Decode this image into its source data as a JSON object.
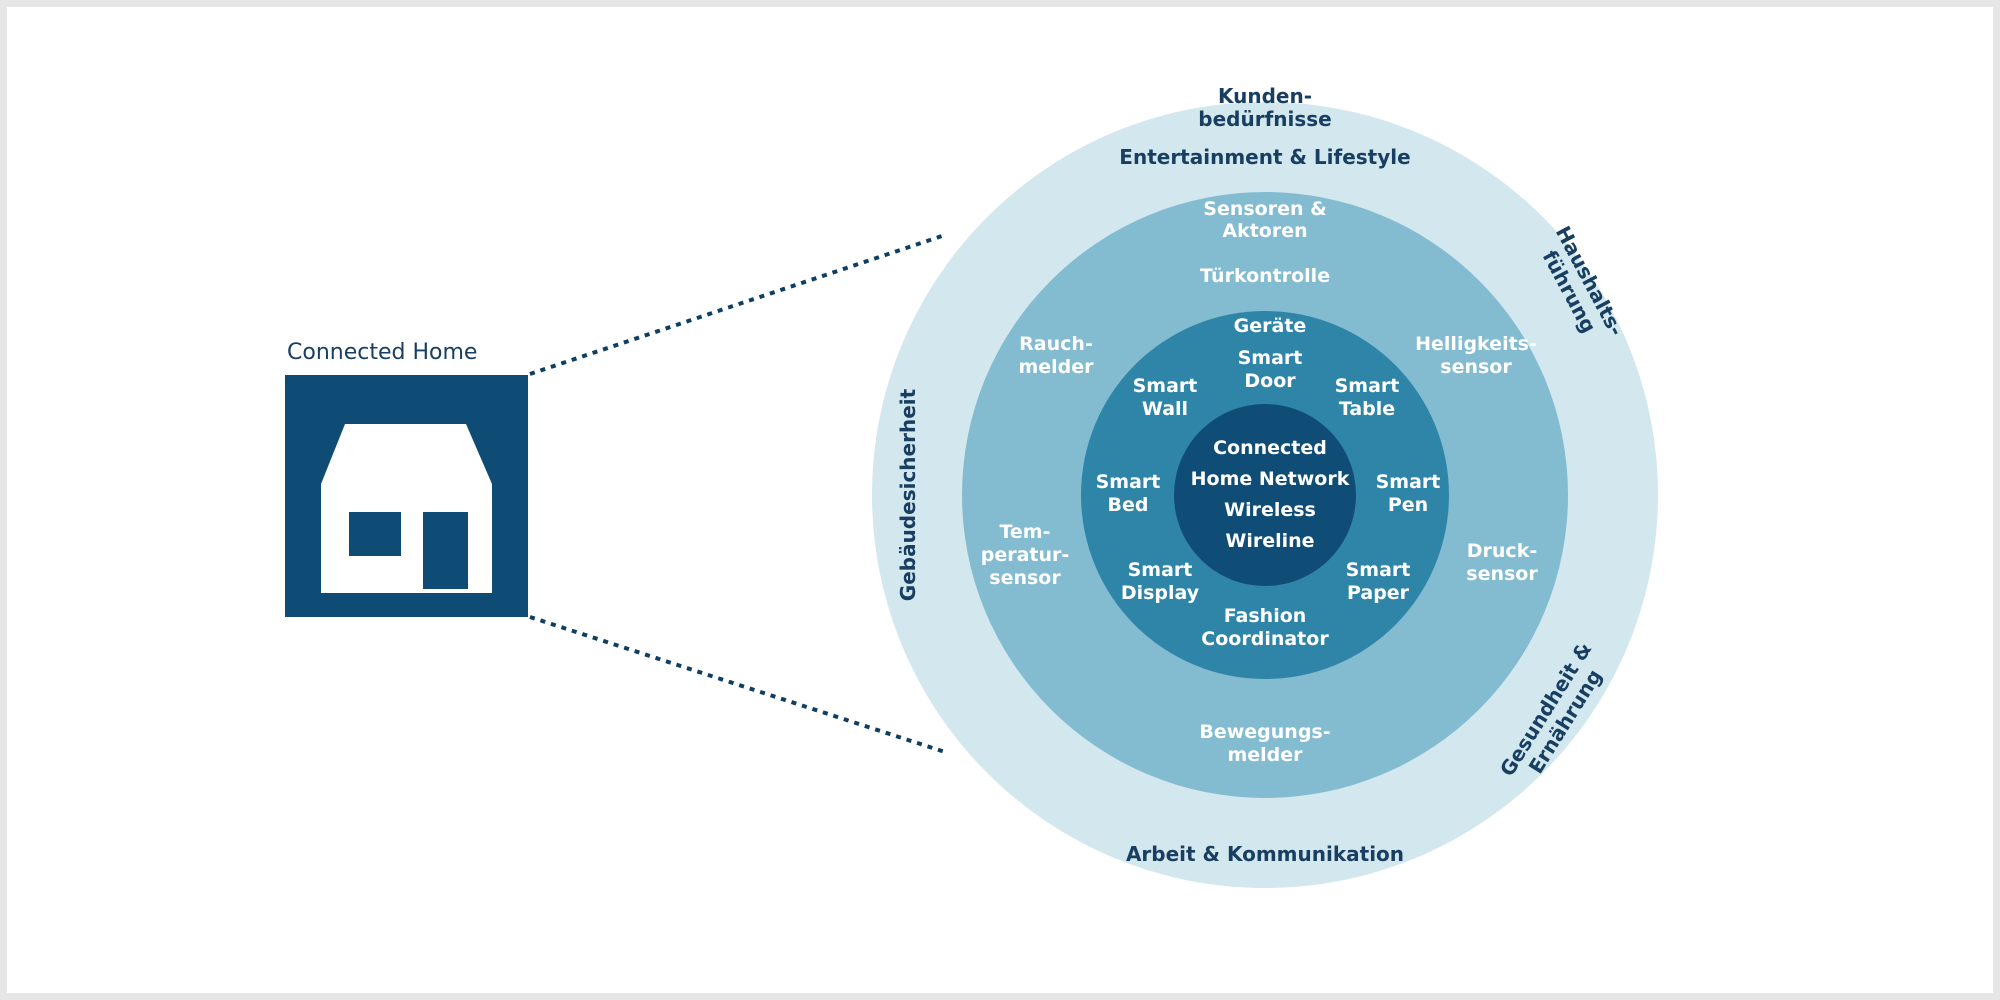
{
  "colors": {
    "dark_blue": "#0e4b75",
    "ring_outer": "#d3e7ef",
    "ring_second": "#83bbd1",
    "ring_third": "#2f85a8",
    "core": "#104d76",
    "dark_text": "#183f62",
    "light_text": "#ffffff"
  },
  "connected_home": {
    "title": "Connected Home",
    "icon": "house-icon"
  },
  "outer_ring": {
    "kundenbeduerfnisse_line1": "Kunden-",
    "kundenbeduerfnisse_line2": "bedürfnisse",
    "entertainment": "Entertainment & Lifestyle",
    "haushaltsfuehrung_line1": "Haushalts-",
    "haushaltsfuehrung_line2": "führung",
    "gesundheit_line1": "Gesundheit &",
    "gesundheit_line2": "Ernährung",
    "arbeit": "Arbeit & Kommunikation",
    "gebaeudesicherheit": "Gebäudesicherheit"
  },
  "second_ring": {
    "sensoren_line1": "Sensoren &",
    "sensoren_line2": "Aktoren",
    "tuerkontrolle": "Türkontrolle",
    "rauchmelder_line1": "Rauch-",
    "rauchmelder_line2": "melder",
    "helligkeit_line1": "Helligkeits-",
    "helligkeit_line2": "sensor",
    "temperatur_line1": "Tem-",
    "temperatur_line2": "peratur-",
    "temperatur_line3": "sensor",
    "druck_line1": "Druck-",
    "druck_line2": "sensor",
    "bewegung_line1": "Bewegungs-",
    "bewegung_line2": "melder"
  },
  "third_ring": {
    "geraete": "Geräte",
    "smart_door_line1": "Smart",
    "smart_door_line2": "Door",
    "smart_wall_line1": "Smart",
    "smart_wall_line2": "Wall",
    "smart_table_line1": "Smart",
    "smart_table_line2": "Table",
    "smart_bed_line1": "Smart",
    "smart_bed_line2": "Bed",
    "smart_pen_line1": "Smart",
    "smart_pen_line2": "Pen",
    "smart_display_line1": "Smart",
    "smart_display_line2": "Display",
    "smart_paper_line1": "Smart",
    "smart_paper_line2": "Paper",
    "fashion_line1": "Fashion",
    "fashion_line2": "Coordinator"
  },
  "core": {
    "line1": "Connected",
    "line2": "Home Network",
    "line3": "Wireless",
    "line4": "Wireline"
  }
}
